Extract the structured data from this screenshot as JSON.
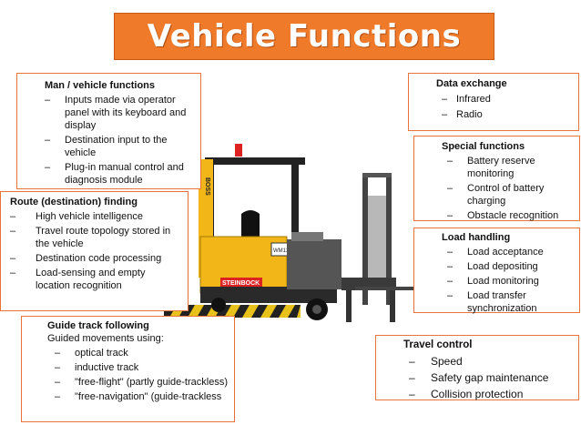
{
  "title": "Vehicle Functions",
  "boxes": {
    "man_vehicle": {
      "heading": "Man / vehicle functions",
      "items": [
        "Inputs made via operator panel with its keyboard and display",
        "Destination input to the vehicle",
        "Plug-in manual control and diagnosis module"
      ]
    },
    "route": {
      "heading": "Route (destination) finding",
      "items": [
        "High vehicle intelligence",
        "Travel route topology stored in the vehicle",
        "Destination code processing",
        "Load-sensing and empty location recognition"
      ]
    },
    "guide": {
      "heading": "Guide track following",
      "intro": "Guided movements using:",
      "items": [
        "optical track",
        "inductive track",
        "\"free-flight\" (partly guide-trackless)",
        "\"free-navigation\" (guide-trackless"
      ]
    },
    "data": {
      "heading": "Data exchange",
      "items": [
        "Infrared",
        "Radio"
      ]
    },
    "special": {
      "heading": "Special functions",
      "items": [
        "Battery reserve monitoring",
        "Control of battery charging",
        "Obstacle recognition"
      ]
    },
    "load": {
      "heading": "Load handling",
      "items": [
        "Load acceptance",
        "Load depositing",
        "Load monitoring",
        "Load transfer synchronization"
      ]
    },
    "travel": {
      "heading": "Travel control",
      "items": [
        "Speed",
        "Safety gap maintenance",
        "Collision protection"
      ]
    }
  },
  "dash_glyph": "–",
  "vehicle": {
    "brand_label": "STEINBOCK",
    "model_label": "WM13",
    "mast_label": "BOSS"
  },
  "colors": {
    "accent": "#ef7a2a",
    "border": "#e8743a",
    "vehicle_yellow": "#f2b619"
  }
}
